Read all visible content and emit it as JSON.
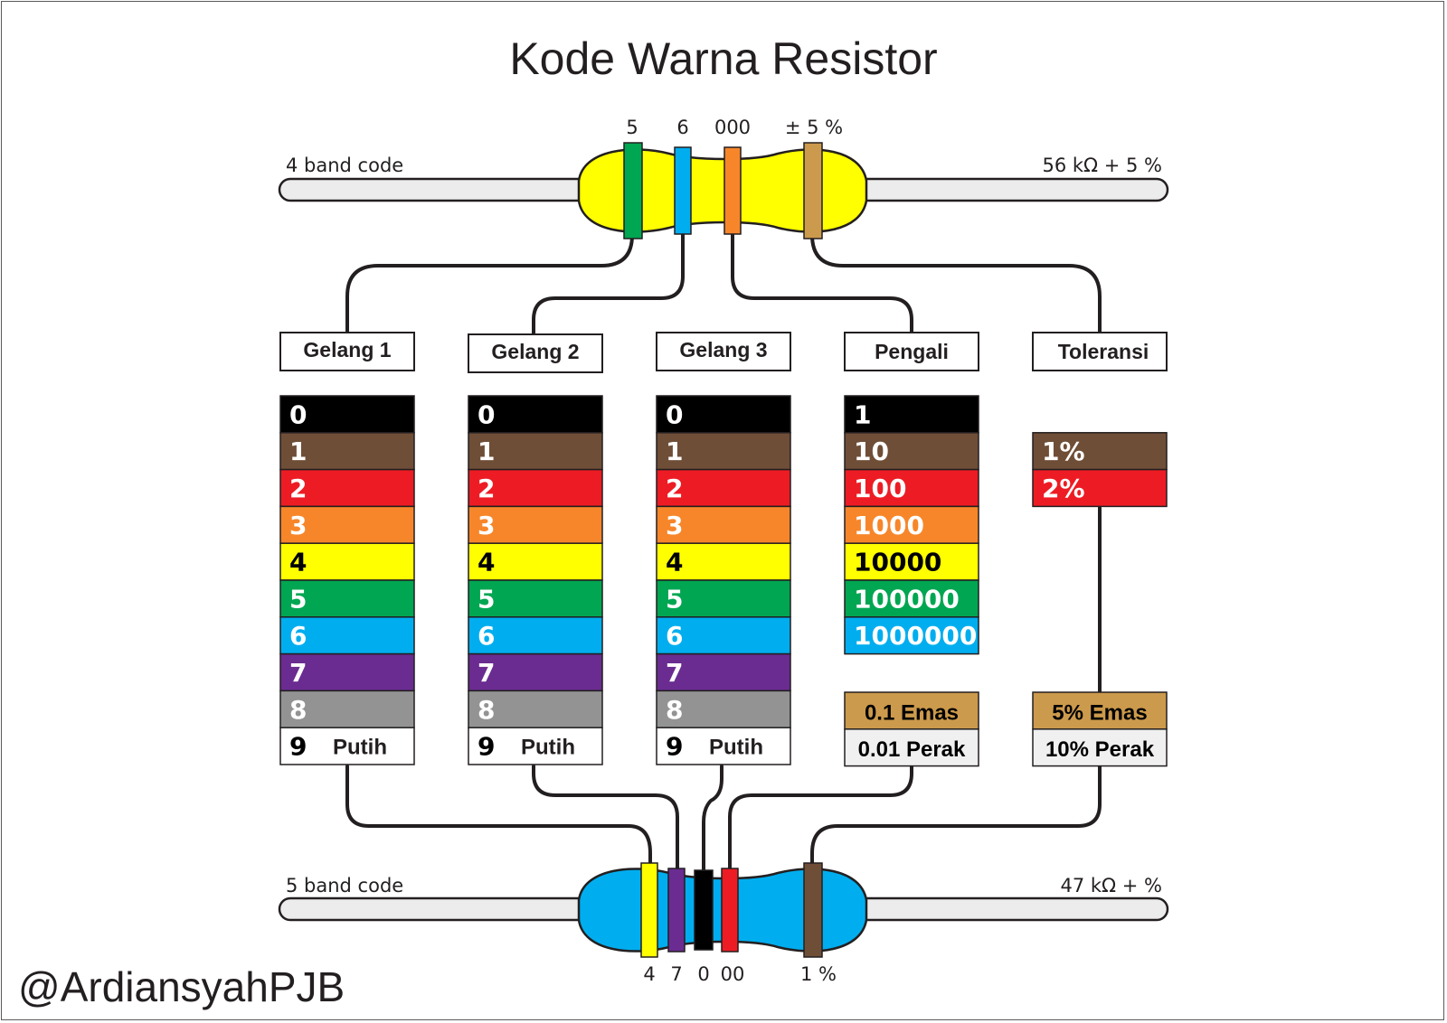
{
  "title": "Kode Warna Resistor",
  "credit": "@ArdiansyahPJB",
  "colors": {
    "black": "#000000",
    "brown": "#6f4e37",
    "red": "#ed1c24",
    "orange": "#f7862a",
    "yellow": "#ffff00",
    "green": "#00a651",
    "blue": "#00aeef",
    "violet": "#6a2c91",
    "gray": "#939393",
    "white": "#ffffff",
    "gold": "#cc9a4c",
    "silver": "#f0f0f0",
    "body_4band": "#ffff00",
    "body_5band": "#00aeef"
  },
  "resistor_4band": {
    "left_label": "4  band code",
    "right_label": "56 kΩ + 5 %",
    "top_labels": [
      "5",
      "6",
      "000",
      "± 5 %"
    ],
    "bands": [
      "green",
      "blue",
      "orange",
      "gold"
    ]
  },
  "resistor_5band": {
    "left_label": "5  band code",
    "right_label": "47 kΩ +  %",
    "bottom_labels": [
      "4",
      "7",
      "0",
      "00",
      "1 %"
    ],
    "bands": [
      "yellow",
      "violet",
      "black",
      "red",
      "brown"
    ]
  },
  "headers": [
    "Gelang 1",
    "Gelang 2",
    "Gelang 3",
    "Pengali",
    "Toleransi"
  ],
  "digits": [
    "0",
    "1",
    "2",
    "3",
    "4",
    "5",
    "6",
    "7",
    "8",
    "9"
  ],
  "white_label": "Putih",
  "digit_colors": [
    "black",
    "brown",
    "red",
    "orange",
    "yellow",
    "green",
    "blue",
    "violet",
    "gray",
    "white"
  ],
  "multiplier": {
    "values": [
      "1",
      "10",
      "100",
      "1000",
      "10000",
      "100000",
      "1000000"
    ],
    "extra": [
      "0.1 Emas",
      "0.01 Perak"
    ]
  },
  "tolerance": {
    "values": [
      "1%",
      "2%"
    ],
    "extra": [
      "5% Emas",
      "10% Perak"
    ]
  }
}
